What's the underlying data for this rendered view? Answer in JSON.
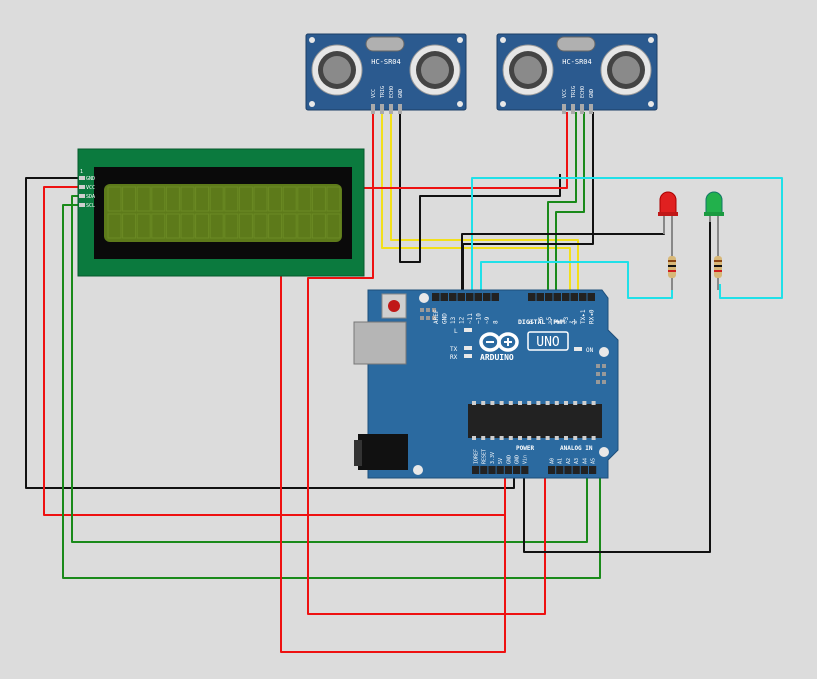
{
  "sensors": [
    {
      "model": "HC-SR04",
      "pins": [
        "VCC",
        "TRIG",
        "ECHO",
        "GND"
      ]
    },
    {
      "model": "HC-SR04",
      "pins": [
        "VCC",
        "TRIG",
        "ECHO",
        "GND"
      ]
    }
  ],
  "lcd": {
    "pins": [
      "GND",
      "VCC",
      "SDA",
      "SCL"
    ],
    "pin1": "1"
  },
  "arduino": {
    "brand": "ARDUINO",
    "model": "UNO",
    "on_label": "ON",
    "l_label": "L",
    "tx_label": "TX",
    "rx_label": "RX",
    "digital_label": "DIGITAL (PWM ~)",
    "aref": "AREF",
    "gnd": "GND",
    "digital_pins": [
      "13",
      "12",
      "~11",
      "~10",
      "~9",
      "8",
      "7",
      "~6",
      "~5",
      "4",
      "~3",
      "2",
      "TX▸1",
      "RX◂0"
    ],
    "power_label": "POWER",
    "analog_label": "ANALOG IN",
    "power_pins": [
      "IOREF",
      "RESET",
      "3.3V",
      "5V",
      "GND",
      "GND",
      "Vin"
    ],
    "analog_pins": [
      "A0",
      "A1",
      "A2",
      "A3",
      "A4",
      "A5"
    ]
  },
  "leds": [
    {
      "color": "red",
      "hex": "#e02020"
    },
    {
      "color": "green",
      "hex": "#22b14c"
    }
  ],
  "colors": {
    "background": "#dcdcdc",
    "board": "#2b6aa0",
    "lcd_pcb": "#0b7a3e",
    "lcd_screen": "#5d7a1a",
    "wire_red": "#ee1111",
    "wire_black": "#111111",
    "wire_yellow": "#f2e01a",
    "wire_green": "#1a8a1a",
    "wire_cyan": "#20e0e8"
  }
}
